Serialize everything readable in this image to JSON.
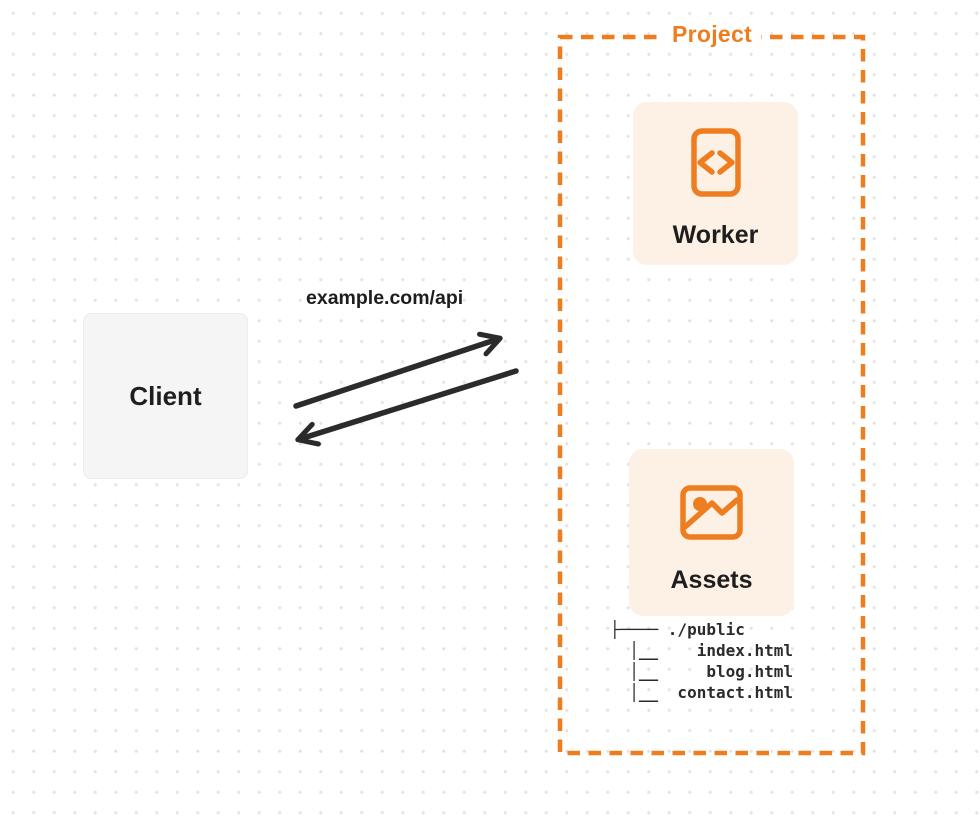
{
  "diagram": {
    "project": {
      "label": "Project"
    },
    "nodes": {
      "client": {
        "label": "Client"
      },
      "worker": {
        "label": "Worker",
        "icon": "code-icon"
      },
      "assets": {
        "label": "Assets",
        "icon": "image-icon"
      }
    },
    "request": {
      "url_label": "example.com/api"
    },
    "file_tree": {
      "lines": [
        "├──── ./public",
        "  │__    index.html",
        "  │__     blog.html",
        "  │__  contact.html"
      ]
    },
    "colors": {
      "accent_orange": "#ED7D1F",
      "card_cream": "#FCF1E4",
      "client_gray": "#F5F5F6",
      "ink": "#1E1E1E",
      "arrow": "#2B2B2B",
      "dot_grid": "#E5E5E5"
    }
  }
}
